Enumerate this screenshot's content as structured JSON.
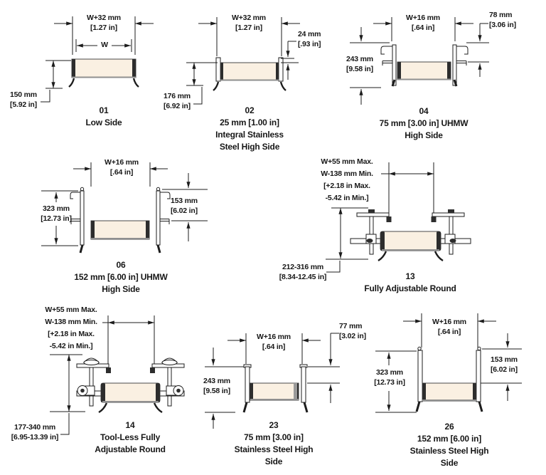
{
  "sheet": {
    "description": "Conveyor side rail profile options diagram sheet"
  },
  "colors": {
    "line": "#1c1c1c",
    "belt_fill": "#faf0e2",
    "cap_dark": "#2d2d2d",
    "gray": "#8f8f8f",
    "background": "#ffffff"
  },
  "diagrams": {
    "d01": {
      "caption": [
        "01",
        "Low Side"
      ],
      "dim_top": [
        "W+32 mm",
        "[1.27 in]"
      ],
      "dim_w": "W",
      "dim_left": [
        "150 mm",
        "[5.92 in]"
      ]
    },
    "d02": {
      "caption": [
        "02",
        "25 mm [1.00 in]",
        "Integral Stainless",
        "Steel High Side"
      ],
      "dim_top": [
        "W+32 mm",
        "[1.27 in]"
      ],
      "dim_right": [
        "24 mm",
        "[.93 in]"
      ],
      "dim_left": [
        "176 mm",
        "[6.92 in]"
      ]
    },
    "d04": {
      "caption": [
        "04",
        "75 mm [3.00 in] UHMW",
        "High Side"
      ],
      "dim_top": [
        "W+16 mm",
        "[.64 in]"
      ],
      "dim_right": [
        "78 mm",
        "[3.06 in]"
      ],
      "dim_left": [
        "243 mm",
        "[9.58 in]"
      ]
    },
    "d06": {
      "caption": [
        "06",
        "152 mm [6.00 in] UHMW",
        "High Side"
      ],
      "dim_top": [
        "W+16 mm",
        "[.64 in]"
      ],
      "dim_left": [
        "323 mm",
        "[12.73 in]"
      ],
      "dim_right": [
        "153 mm",
        "[6.02 in]"
      ]
    },
    "d13": {
      "caption": [
        "13",
        "Fully Adjustable Round"
      ],
      "dim_top": [
        "W+55 mm Max.",
        "W-138 mm Min.",
        "[+2.18 in Max.",
        "-5.42 in Min.]"
      ],
      "dim_left": [
        "212-316 mm",
        "[8.34-12.45 in]"
      ]
    },
    "d14": {
      "caption": [
        "14",
        "Tool-Less Fully",
        "Adjustable Round"
      ],
      "dim_top": [
        "W+55 mm Max.",
        "W-138 mm Min.",
        "[+2.18 in Max.",
        "-5.42 in Min.]"
      ],
      "dim_left": [
        "177-340 mm",
        "[6.95-13.39 in]"
      ]
    },
    "d23": {
      "caption": [
        "23",
        "75 mm [3.00 in]",
        "Stainless Steel High",
        "Side"
      ],
      "dim_top": [
        "W+16 mm",
        "[.64 in]"
      ],
      "dim_right": [
        "77 mm",
        "[3.02 in]"
      ],
      "dim_left": [
        "243 mm",
        "[9.58 in]"
      ]
    },
    "d26": {
      "caption": [
        "26",
        "152 mm [6.00 in]",
        "Stainless Steel High",
        "Side"
      ],
      "dim_top": [
        "W+16 mm",
        "[.64 in]"
      ],
      "dim_right": [
        "153 mm",
        "[6.02 in]"
      ],
      "dim_left": [
        "323 mm",
        "[12.73 in]"
      ]
    }
  }
}
